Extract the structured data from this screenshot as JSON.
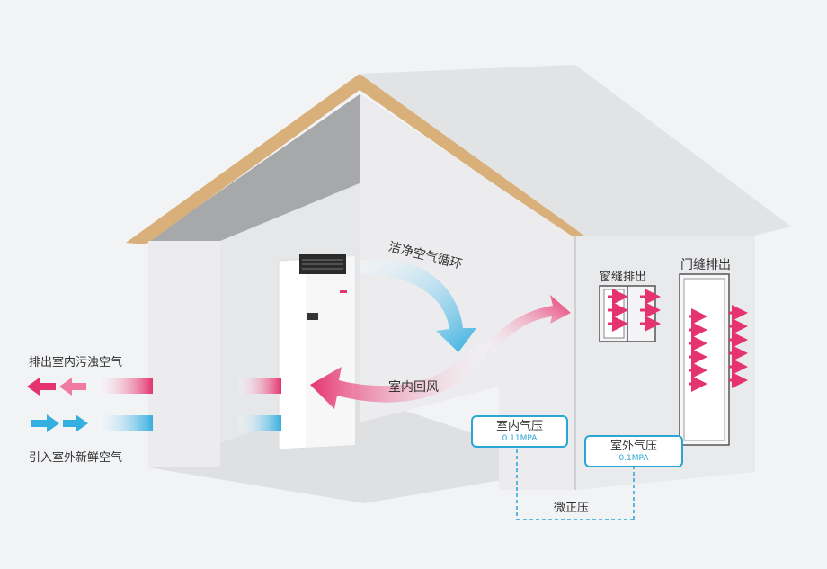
{
  "labels": {
    "clean_air_cycle": "洁净空气循环",
    "indoor_return": "室内回风",
    "window_exhaust": "窗缝排出",
    "door_exhaust": "门缝排出",
    "exhaust_indoor": "排出室内污浊空气",
    "intake_outdoor": "引入室外新鲜空气",
    "micro_positive": "微正压"
  },
  "pressure": {
    "indoor": {
      "title": "室内气压",
      "value": "0.11MPA"
    },
    "outdoor": {
      "title": "室外气压",
      "value": "0.1MPA"
    }
  },
  "colors": {
    "pink": "#e4336f",
    "blue": "#35aee0",
    "roof_edge": "#d9b07a",
    "wall": "#e9eaec",
    "roof_inner": "#a7a8aa"
  },
  "icons": [
    "fresh-air-unit-icon",
    "window-icon",
    "door-icon"
  ]
}
